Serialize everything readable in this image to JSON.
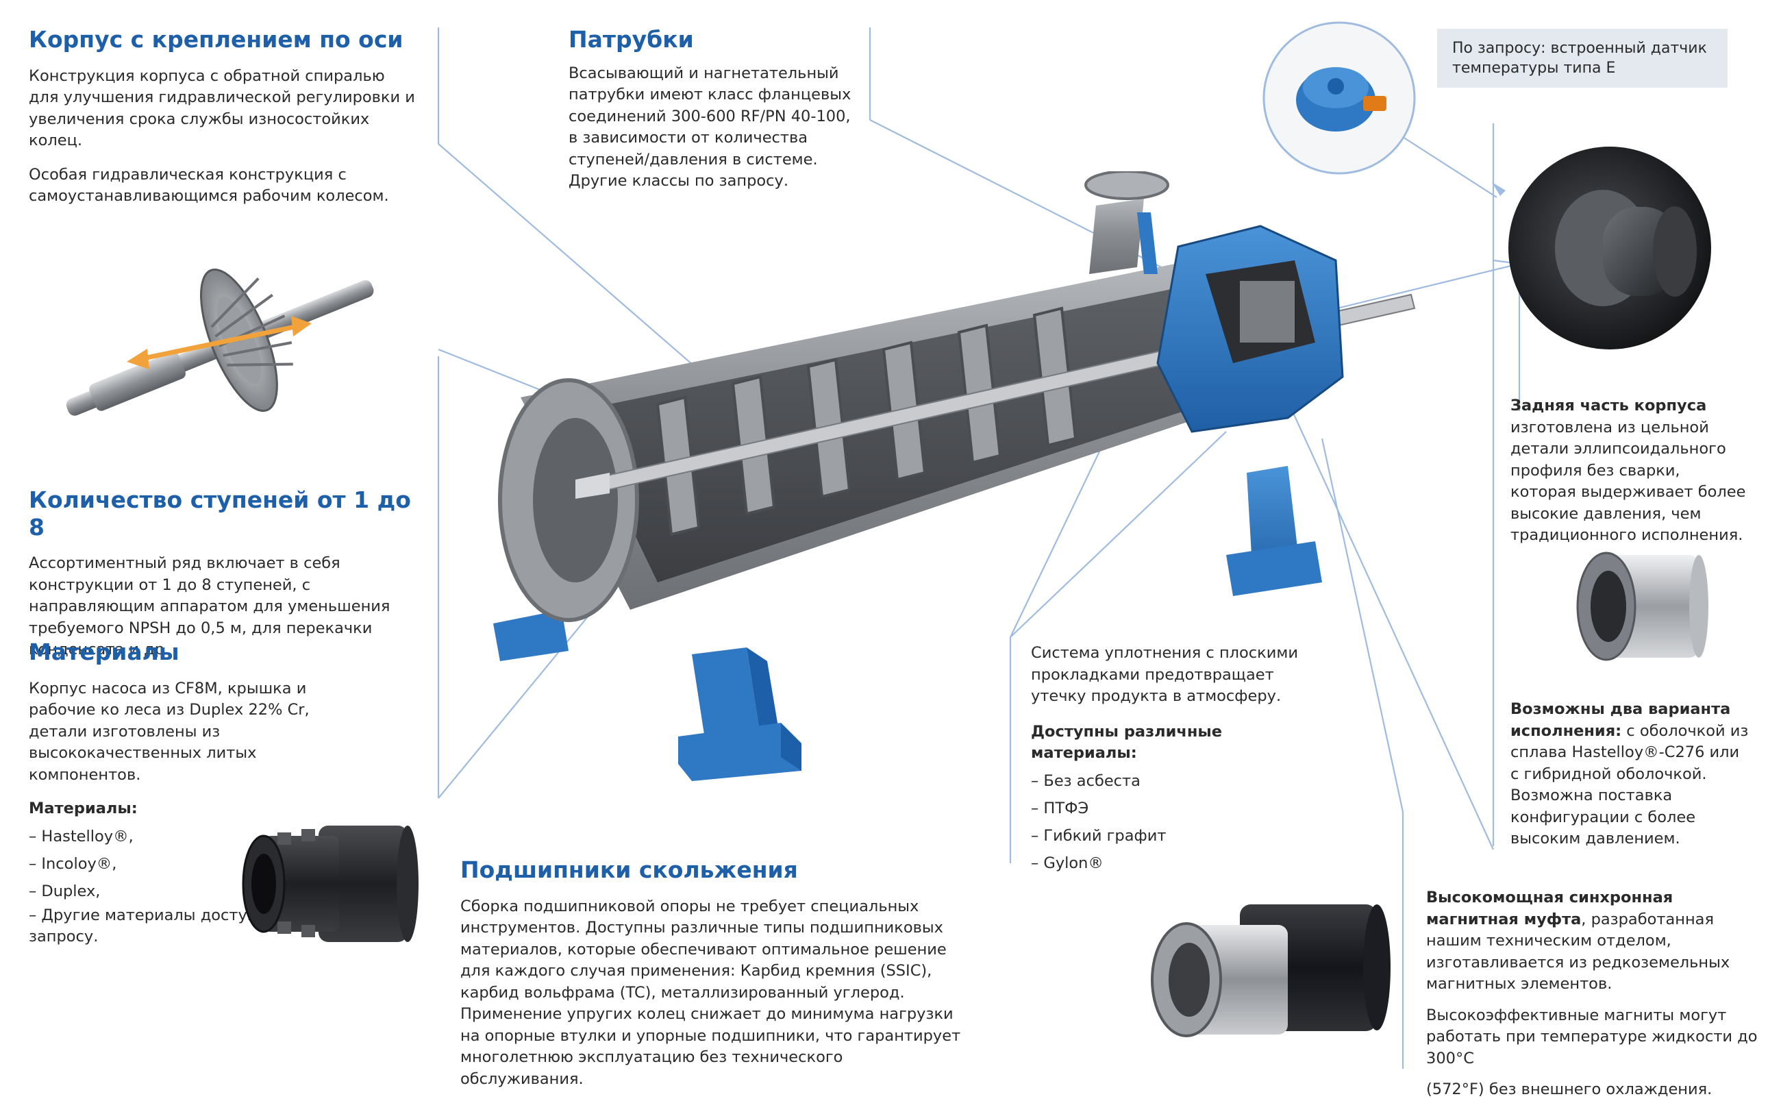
{
  "axis_mount": {
    "title": "Корпус с креплением по оси",
    "para1": "Конструкция корпуса с обратной спиралью для улучшения гидравлической регулировки и увеличения срока службы износостойких колец.",
    "para2": "Особая гидравлическая конструкция с самоустанавливающимся рабочим колесом."
  },
  "stages": {
    "title": "Количество ступеней от 1 до 8",
    "para": "Ассортиментный ряд включает в себя конструкции от 1 до 8 ступеней, с направляющим аппаратом для уменьшения требуемого NPSH до 0,5 м, для перекачки конденсата и др."
  },
  "materials": {
    "title": "Материалы",
    "para": "Корпус насоса из CF8M, крышка и рабочие ко леса из Duplex 22% Cr, детали изготовлены из высококачественных литых компонентов.",
    "subtitle": "Материалы:",
    "items": [
      "Hastelloy®,",
      "Incoloy®,",
      "Duplex,",
      "Другие материалы доступны по запросу."
    ]
  },
  "nozzles": {
    "title": "Патрубки",
    "para": "Всасывающий и нагнетательный патрубки имеют класс фланцевых соединений 300-600 RF/PN 40-100, в зависимости от количества ступеней/давления в системе. Другие классы по запросу."
  },
  "bearings": {
    "title": "Подшипники скольжения",
    "para": "Сборка подшипниковой опоры не требует специальных инструментов. Доступны различные типы подшипниковых материалов, которые обеспечивают оптимальное решение для каждого случая применения: Карбид кремния (SSIC), карбид вольфрама (TC), металлизированный углерод. Применение упругих колец снижает до минимума нагрузки на опорные втулки и упорные подшипники, что гарантирует многолетнюю эксплуатацию без технического обслуживания."
  },
  "sealing": {
    "para": "Система уплотнения с плоскими прокладками предотвращает утечку продукта в атмосферу.",
    "subtitle": "Доступны различные материалы:",
    "items": [
      "Без асбеста",
      "ПТФЭ",
      "Гибкий графит",
      "Gylon®"
    ]
  },
  "sensor": {
    "note": "По запросу: встроенный датчик температуры типа E"
  },
  "rear_casing": {
    "bold": "Задняя часть корпуса",
    "text": " изготовлена из цельной детали эллипсоидального профиля без сварки, которая выдерживает более высокие давления, чем традиционного исполнения."
  },
  "shell": {
    "bold": "Возможны два варианта исполнения:",
    "text": " с оболочкой из сплава Hastelloy®-C276 или с гибридной оболочкой. Возможна поставка конфигурации с более высоким давлением."
  },
  "coupling": {
    "bold": "Высокомощная синхронная магнитная муфта",
    "text": ", разработанная нашим техническим отделом, изготавливается из редкоземельных магнитных элементов.",
    "para2": "Высокоэффективные магниты могут работать при температуре жидкости до 300°C",
    "para3": "(572°F) без внешнего охлаждения."
  },
  "colors": {
    "heading": "#1d5fa8",
    "pump_blue": "#2f78c4",
    "metal_gray": "#8c8f93",
    "leader": "#9fbbe0"
  }
}
